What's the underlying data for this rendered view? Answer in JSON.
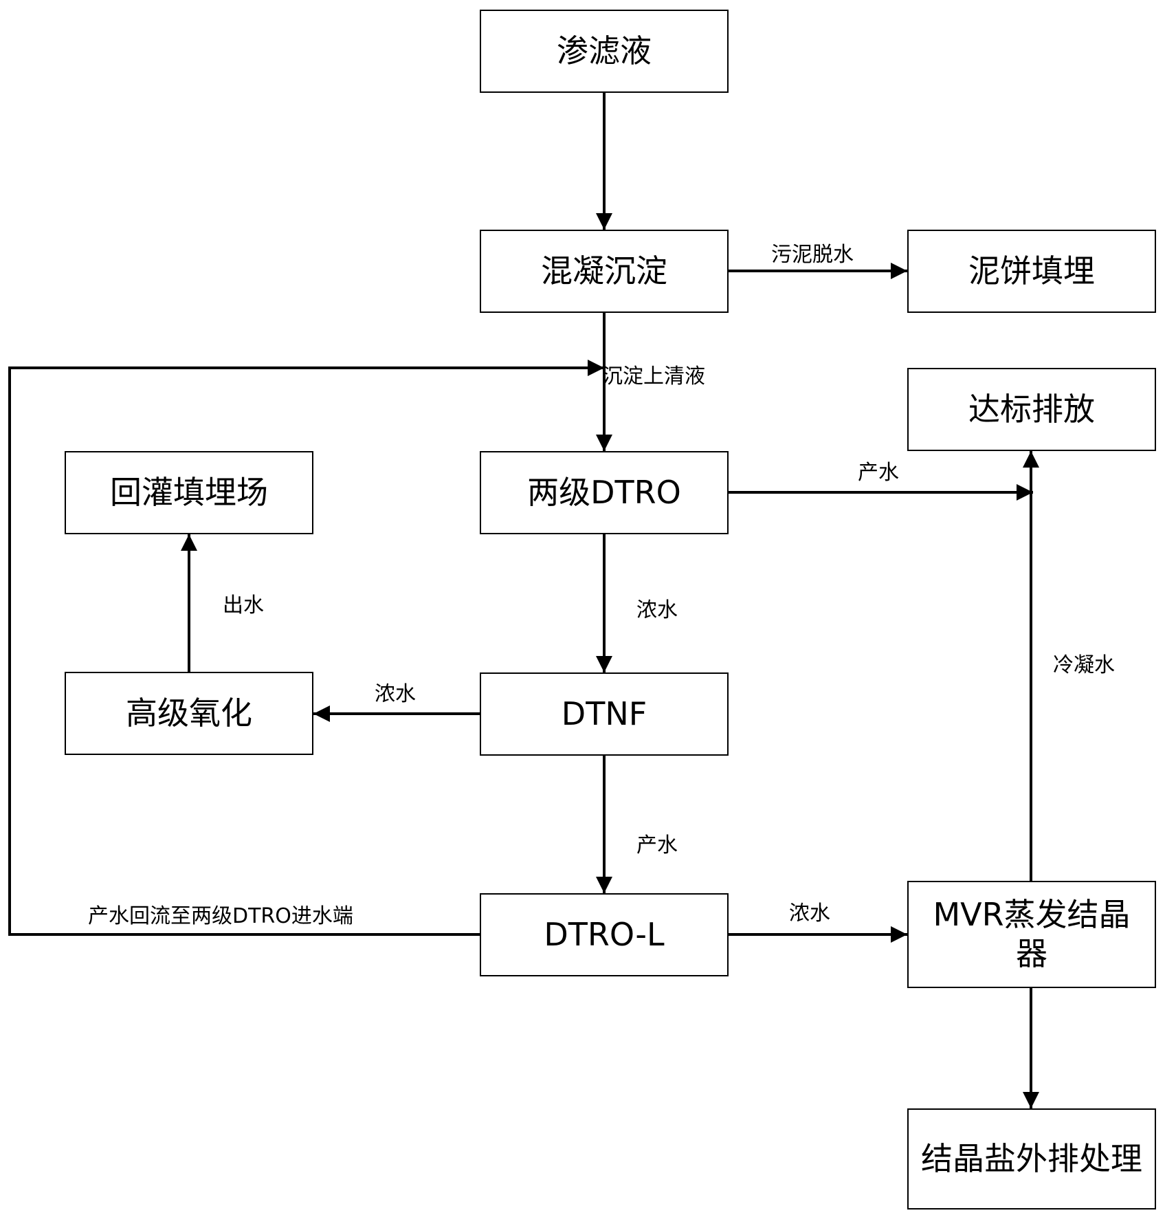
{
  "nodes": {
    "leachate": "渗滤液",
    "coag": "混凝沉淀",
    "cake": "泥饼填埋",
    "discharge": "达标排放",
    "dtro2": "两级DTRO",
    "backfill": "回灌填埋场",
    "aop": "高级氧化",
    "dtnf": "DTNF",
    "dtrol": "DTRO-L",
    "mvr": "MVR蒸发结晶器",
    "salt": "结晶盐外排处理"
  },
  "edges": {
    "sludge": "污泥脱水",
    "supernatant": "沉淀上清液",
    "dtro2_product": "产水",
    "dtro2_conc": "浓水",
    "aop_out": "出水",
    "dtnf_conc": "浓水",
    "dtnf_product": "产水",
    "condensate": "冷凝水",
    "dtrol_conc": "浓水",
    "recycle": "产水回流至两级DTRO进水端"
  }
}
